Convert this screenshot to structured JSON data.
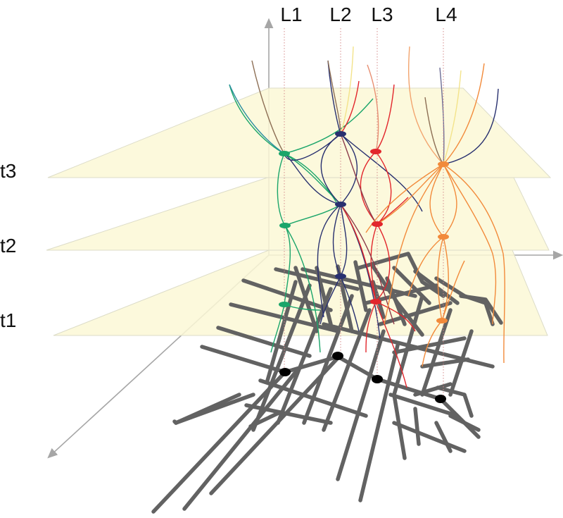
{
  "figure": {
    "time_labels": [
      "t1",
      "t2",
      "t3"
    ],
    "location_labels": [
      "L1",
      "L2",
      "L3",
      "L4"
    ]
  },
  "colors": {
    "plane_fill": "#fbf8d6",
    "plane_edge": "#dcdcc8",
    "axis": "#a6a6a6",
    "street": "#626262",
    "street_node": "#000000",
    "L1": "#1aa56a",
    "L2": "#28306f",
    "L3": "#e2262c",
    "L4": "#f28a3a"
  }
}
